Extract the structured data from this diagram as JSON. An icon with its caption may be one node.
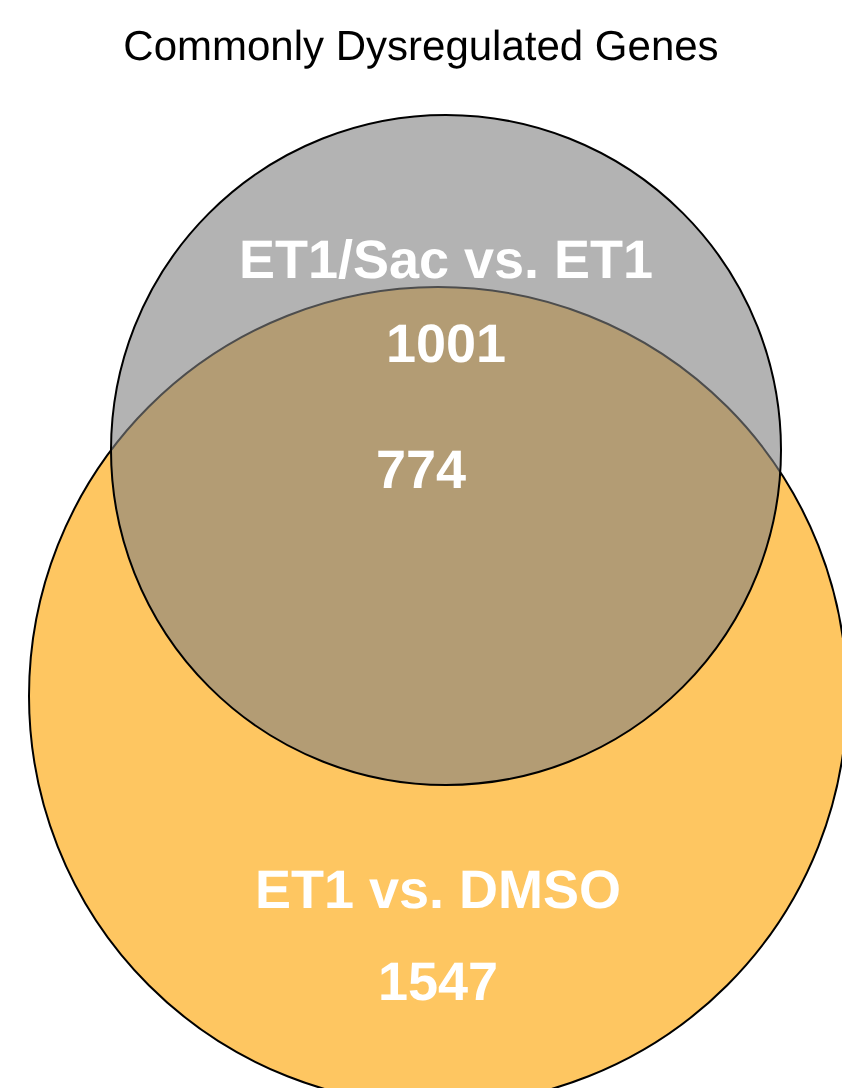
{
  "diagram": {
    "title": "Commonly Dysregulated Genes",
    "nodes": [
      {
        "text": [
          "ET1/Sac vs. ET1",
          "1001"
        ]
      },
      {
        "text": [
          "ET1 vs. DMSO",
          "1547"
        ]
      }
    ],
    "labels": [
      "774"
    ]
  }
}
